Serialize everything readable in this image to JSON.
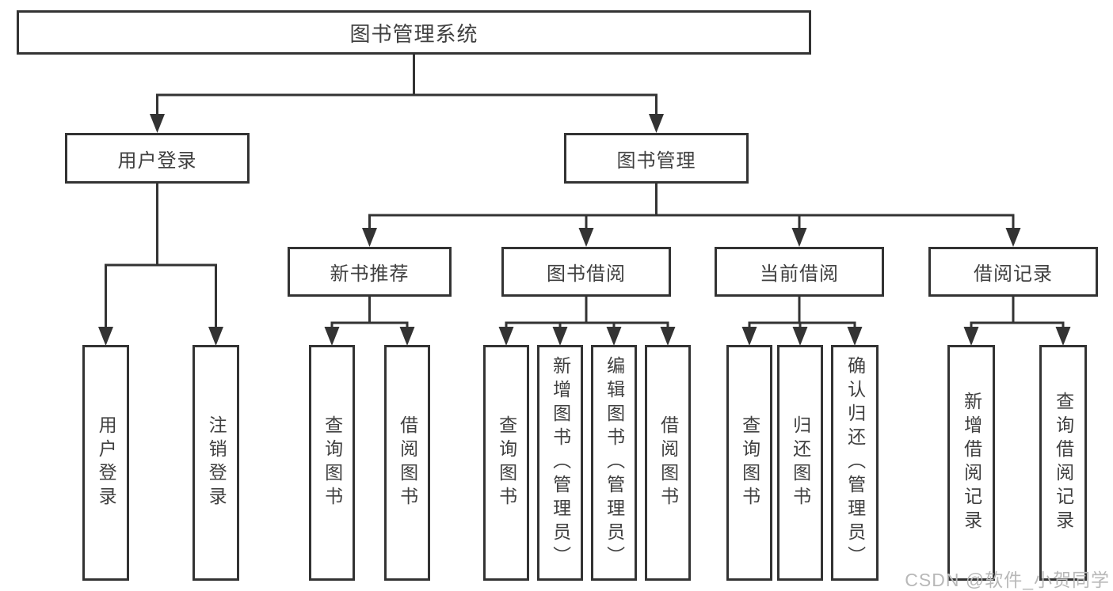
{
  "diagram": {
    "root": {
      "label": "图书管理系统"
    },
    "branches": [
      {
        "label": "用户登录",
        "children": [
          {
            "label": "用户登录"
          },
          {
            "label": "注销登录"
          }
        ]
      },
      {
        "label": "图书管理",
        "groups": [
          {
            "label": "新书推荐",
            "children": [
              {
                "label": "查询图书"
              },
              {
                "label": "借阅图书"
              }
            ]
          },
          {
            "label": "图书借阅",
            "children": [
              {
                "label": "查询图书"
              },
              {
                "label": "新增图书（管理员）"
              },
              {
                "label": "编辑图书（管理员）"
              },
              {
                "label": "借阅图书"
              }
            ]
          },
          {
            "label": "当前借阅",
            "children": [
              {
                "label": "查询图书"
              },
              {
                "label": "归还图书"
              },
              {
                "label": "确认归还（管理员）"
              }
            ]
          },
          {
            "label": "借阅记录",
            "children": [
              {
                "label": "新增借阅记录"
              },
              {
                "label": "查询借阅记录"
              }
            ]
          }
        ]
      }
    ]
  },
  "watermark": {
    "text": "CSDN @软件_小贺同学"
  },
  "colors": {
    "line": "#333333",
    "text": "#404040",
    "watermark": "#b8b8b8",
    "background": "#ffffff"
  }
}
